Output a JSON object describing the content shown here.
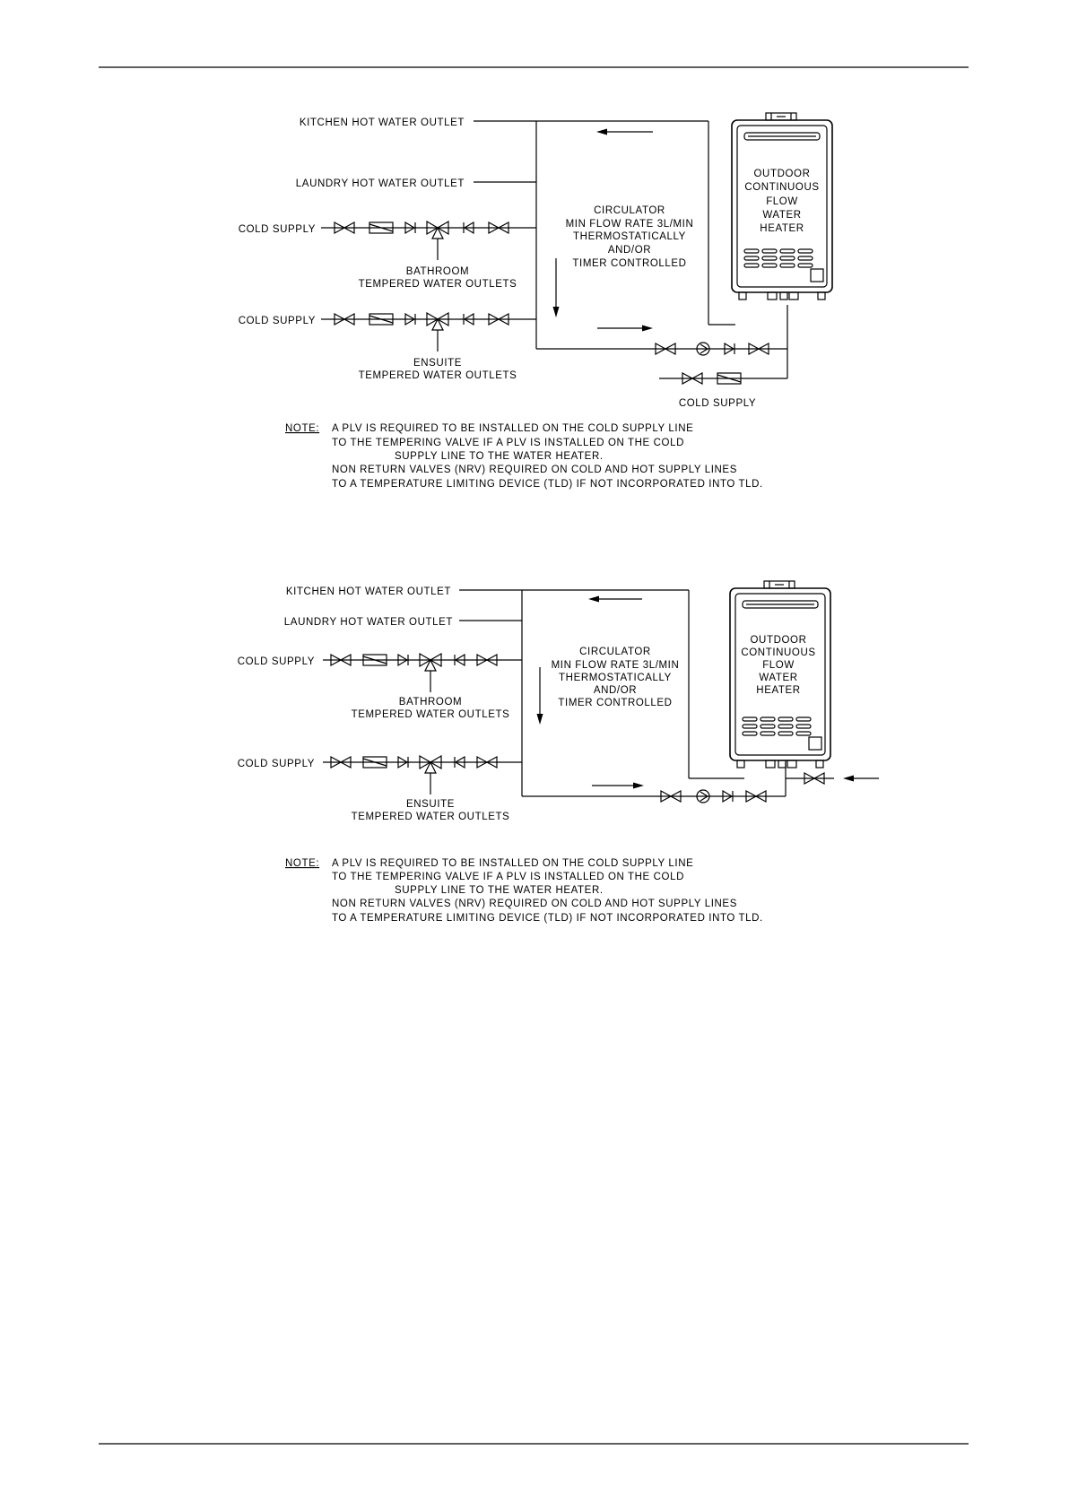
{
  "diagrams": [
    {
      "kitchen_outlet": "KITCHEN HOT WATER OUTLET",
      "laundry_outlet": "LAUNDRY HOT WATER OUTLET",
      "cold_supply_1": "COLD SUPPLY",
      "cold_supply_2": "COLD SUPPLY",
      "cold_supply_3": "COLD SUPPLY",
      "bathroom_1": "BATHROOM",
      "bathroom_2": "TEMPERED WATER OUTLETS",
      "ensuite_1": "ENSUITE",
      "ensuite_2": "TEMPERED WATER OUTLETS",
      "circulator": [
        "CIRCULATOR",
        "MIN FLOW RATE 3L/MIN",
        "THERMOSTATICALLY",
        "AND/OR",
        "TIMER CONTROLLED"
      ],
      "heater": [
        "OUTDOOR",
        "CONTINUOUS",
        "FLOW",
        "WATER",
        "HEATER"
      ],
      "note_label": "NOTE:",
      "note_lines": [
        "A PLV IS REQUIRED TO BE INSTALLED ON THE COLD SUPPLY LINE",
        "TO THE TEMPERING VALVE IF A PLV IS INSTALLED ON THE COLD",
        "SUPPLY LINE TO THE WATER HEATER.",
        "NON RETURN VALVES (NRV) REQUIRED ON COLD AND HOT SUPPLY LINES",
        "TO A TEMPERATURE LIMITING DEVICE (TLD) IF NOT INCORPORATED INTO TLD."
      ]
    },
    {
      "kitchen_outlet": "KITCHEN HOT WATER OUTLET",
      "laundry_outlet": "LAUNDRY HOT WATER OUTLET",
      "cold_supply_1": "COLD SUPPLY",
      "cold_supply_2": "COLD SUPPLY",
      "bathroom_1": "BATHROOM",
      "bathroom_2": "TEMPERED WATER OUTLETS",
      "ensuite_1": "ENSUITE",
      "ensuite_2": "TEMPERED WATER OUTLETS",
      "circulator": [
        "CIRCULATOR",
        "MIN FLOW RATE 3L/MIN",
        "THERMOSTATICALLY",
        "AND/OR",
        "TIMER CONTROLLED"
      ],
      "heater": [
        "OUTDOOR",
        "CONTINUOUS",
        "FLOW",
        "WATER",
        "HEATER"
      ],
      "note_label": "NOTE:",
      "note_lines": [
        "A PLV IS REQUIRED TO BE INSTALLED ON THE COLD SUPPLY LINE",
        "TO THE TEMPERING VALVE IF A PLV IS INSTALLED ON THE COLD",
        "SUPPLY LINE TO THE WATER HEATER.",
        "NON RETURN VALVES (NRV) REQUIRED ON COLD AND HOT SUPPLY LINES",
        "TO A TEMPERATURE LIMITING DEVICE (TLD) IF NOT INCORPORATED INTO TLD."
      ]
    }
  ]
}
